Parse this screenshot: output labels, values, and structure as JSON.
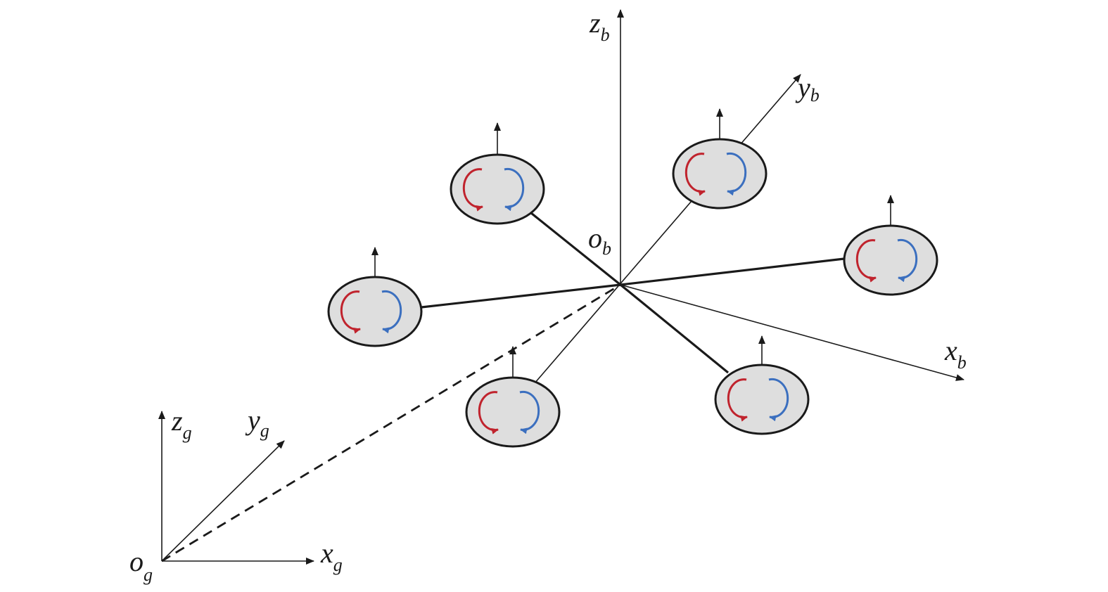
{
  "diagram": {
    "body_frame": {
      "origin": {
        "main": "o",
        "sub": "b"
      },
      "x_axis": {
        "main": "x",
        "sub": "b"
      },
      "y_axis": {
        "main": "y",
        "sub": "b"
      },
      "z_axis": {
        "main": "z",
        "sub": "b"
      }
    },
    "ground_frame": {
      "origin": {
        "main": "o",
        "sub": "g"
      },
      "x_axis": {
        "main": "x",
        "sub": "g"
      },
      "y_axis": {
        "main": "y",
        "sub": "g"
      },
      "z_axis": {
        "main": "z",
        "sub": "g"
      }
    },
    "rotor_count": 6,
    "colors": {
      "rotor_fill": "#dedede",
      "clockwise_arrow": "#c0232d",
      "counter_clockwise_arrow": "#3b6fbf",
      "line": "#1a1a1a"
    }
  }
}
